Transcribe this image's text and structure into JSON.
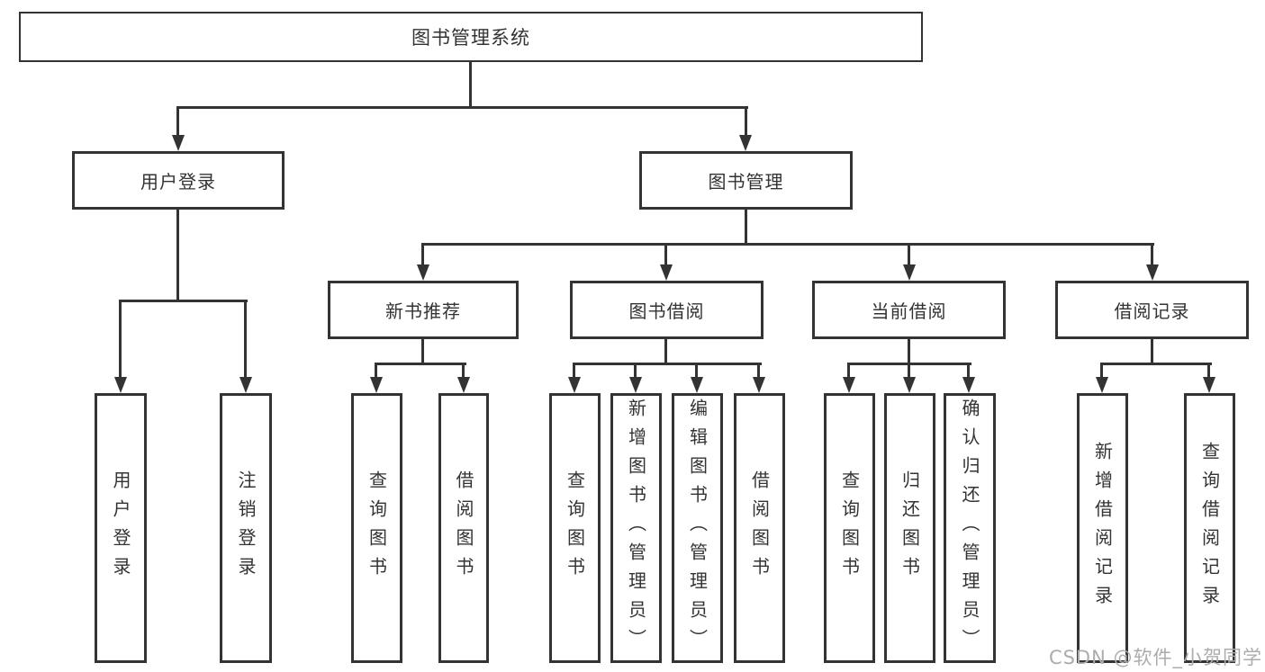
{
  "nodes": {
    "root": "图书管理系统",
    "user_login": "用户登录",
    "book_mgmt": "图书管理",
    "new_book": "新书推荐",
    "book_borrow": "图书借阅",
    "current_borrow": "当前借阅",
    "borrow_record": "借阅记录"
  },
  "leaves": {
    "user_login": [
      "用户登录",
      "注销登录"
    ],
    "new_book": [
      "查询图书",
      "借阅图书"
    ],
    "book_borrow": [
      "查询图书",
      "新增图书（管理员）",
      "编辑图书（管理员）",
      "借阅图书"
    ],
    "current_borrow": [
      "查询图书",
      "归还图书",
      "确认归还（管理员）"
    ],
    "borrow_record": [
      "新增借阅记录",
      "查询借阅记录"
    ]
  },
  "watermark": "CSDN @软件_小贺同学",
  "colors": {
    "line": "#333333",
    "box_fill": "#ffffff",
    "text": "#333333",
    "watermark": "#acacac"
  }
}
